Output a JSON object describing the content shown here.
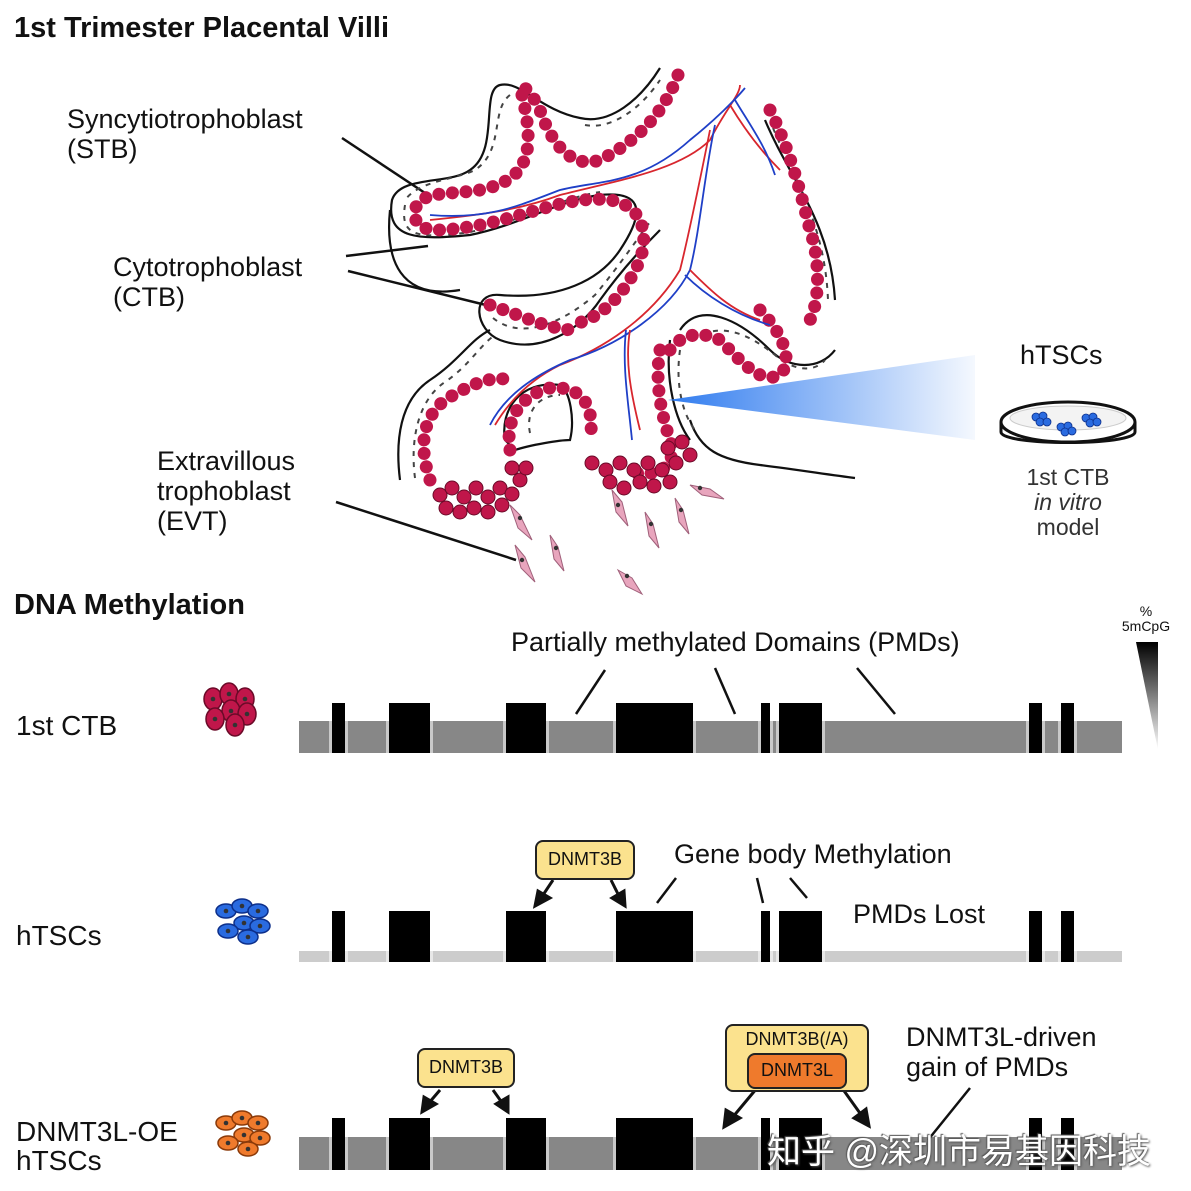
{
  "top_section": {
    "title": "1st Trimester Placental Villi",
    "labels": {
      "stb": [
        "Syncytiotrophoblast",
        "(STB)"
      ],
      "ctb": [
        "Cytotrophoblast",
        "(CTB)"
      ],
      "evt": [
        "Extravillous",
        "trophoblast",
        "(EVT)"
      ]
    },
    "culture": {
      "title": "hTSCs",
      "caption_line1": "1st CTB",
      "caption_line2": "in vitro",
      "caption_line3": "model"
    }
  },
  "methylation_section": {
    "title": "DNA Methylation",
    "legend": {
      "line1": "%",
      "line2": "5mCpG",
      "direction": "high-to-low"
    },
    "rows": [
      {
        "label": [
          "1st CTB"
        ],
        "cell_color": "#c0164a",
        "background_methylation": "partial",
        "background_color": "#878787",
        "annotations": [
          "Partially methylated Domains (PMDs)"
        ]
      },
      {
        "label": [
          "hTSCs"
        ],
        "cell_color": "#2a6be0",
        "background_methylation": "low",
        "background_color": "#cccccc",
        "annotations": [
          "Gene body Methylation",
          "PMDs Lost"
        ],
        "enzymes": [
          "DNMT3B"
        ]
      },
      {
        "label": [
          "DNMT3L-OE",
          "hTSCs"
        ],
        "cell_color": "#ef7a2c",
        "background_methylation": "partial",
        "background_color": "#878787",
        "annotations": [
          "DNMT3L-driven",
          "gain of PMDs"
        ],
        "enzymes": [
          "DNMT3B",
          "DNMT3B(/A)",
          "DNMT3L"
        ]
      }
    ],
    "gene_blocks": [
      "block-1",
      "block-2",
      "block-3",
      "block-4",
      "block-5",
      "block-6",
      "block-7",
      "block-8"
    ]
  },
  "watermark": "知乎 @深圳市易基因科技",
  "colors": {
    "ctb_cell": "#c0164a",
    "htsc_cell": "#2a6be0",
    "oe_cell": "#ef7a2c",
    "enzyme_box": "#fbe28e",
    "artery": "#d8262e",
    "vein": "#1f3fc7",
    "evt_cell": "#e8a5bd"
  }
}
